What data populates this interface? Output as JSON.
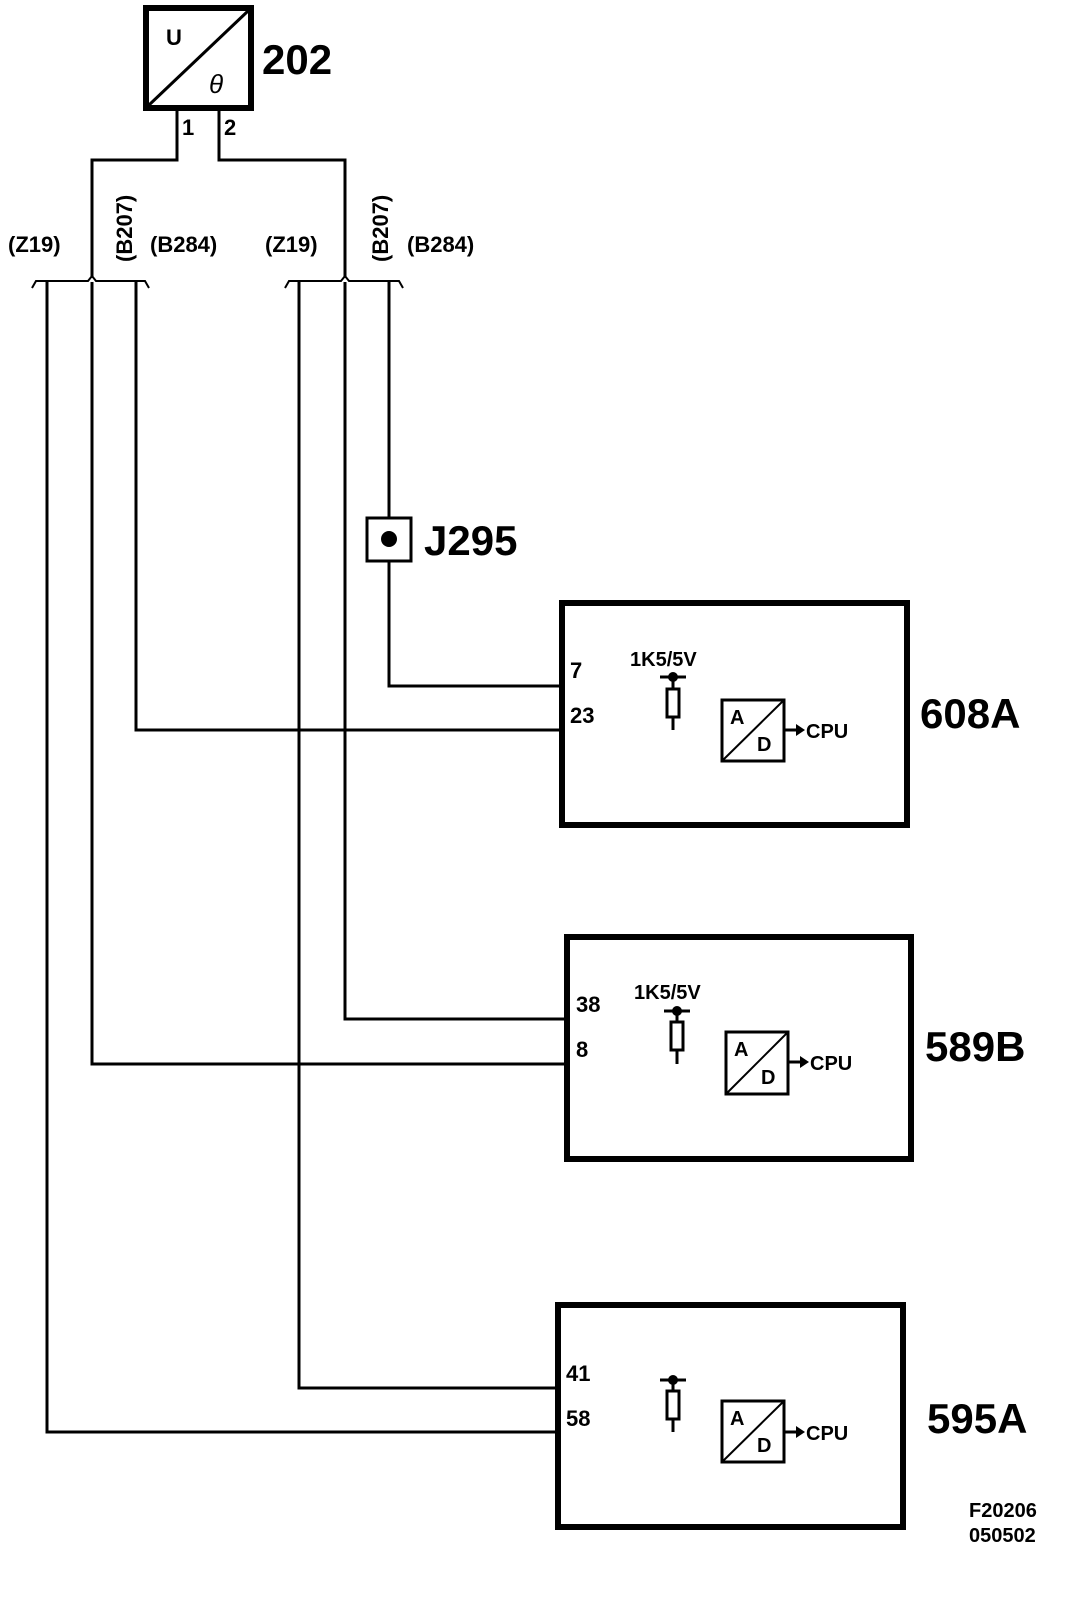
{
  "sensor": {
    "id": "202",
    "top_symbol": "U",
    "bottom_symbol": "θ",
    "pin1": "1",
    "pin2": "2"
  },
  "wires": {
    "left": {
      "z": "(Z19)",
      "b207": "(B207)",
      "b284": "(B284)"
    },
    "right": {
      "z": "(Z19)",
      "b207": "(B207)",
      "b284": "(B284)"
    }
  },
  "junction": {
    "id": "J295"
  },
  "modules": [
    {
      "id": "608A",
      "pin_top": "7",
      "pin_bottom": "23",
      "pullup": "1K5/5V",
      "adc_a": "A",
      "adc_d": "D",
      "cpu": "CPU"
    },
    {
      "id": "589B",
      "pin_top": "38",
      "pin_bottom": "8",
      "pullup": "1K5/5V",
      "adc_a": "A",
      "adc_d": "D",
      "cpu": "CPU"
    },
    {
      "id": "595A",
      "pin_top": "41",
      "pin_bottom": "58",
      "pullup": "",
      "adc_a": "A",
      "adc_d": "D",
      "cpu": "CPU"
    }
  ],
  "footer": {
    "figure": "F20206",
    "date": "050502"
  }
}
